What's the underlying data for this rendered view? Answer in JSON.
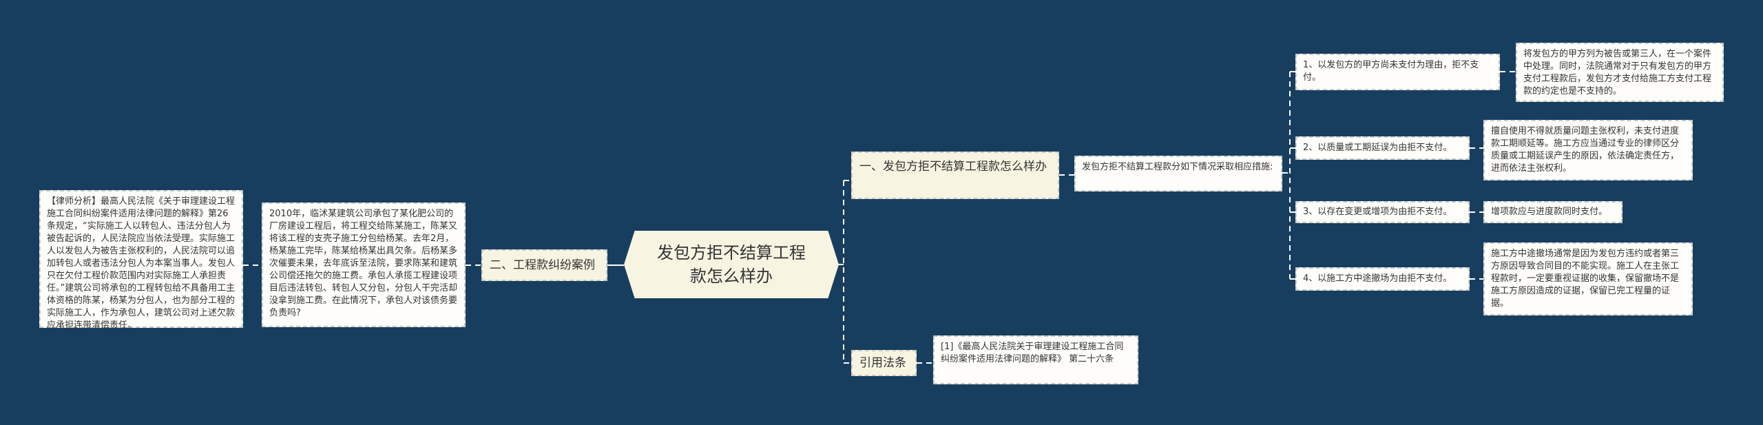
{
  "colors": {
    "background": "#173e5f",
    "node_fill": "#f8f4e2",
    "leaf_fill": "#fffefa",
    "connector": "#ffffff"
  },
  "center": {
    "label": "发包方拒不结算工程款怎么样办"
  },
  "left": {
    "branch": "二、工程款纠纷案例",
    "case": "2010年，临沭某建筑公司承包了某化肥公司的厂房建设工程后，将工程交给陈某施工，陈某又将该工程的支壳子施工分包给杨某。去年2月，杨某施工完毕，陈某给杨某出具欠条。后杨某多次催要未果，去年底诉至法院，要求陈某和建筑公司偿还拖欠的施工费。承包人承揽工程建设项目后违法转包、转包人又分包，分包人干完活却没拿到施工费。在此情况下，承包人对该债务要负责吗?",
    "analysis": "【律师分析】最高人民法院《关于审理建设工程施工合同纠纷案件适用法律问题的解释》第26条规定，“实际施工人以转包人、违法分包人为被告起诉的，人民法院应当依法受理。实际施工人以发包人为被告主张权利的，人民法院可以追加转包人或者违法分包人为本案当事人。发包人只在欠付工程价款范围内对实际施工人承担责任。”建筑公司将承包的工程转包给不具备用工主体资格的陈某，杨某为分包人，也为部分工程的实际施工人，作为承包人，建筑公司对上述欠款应承担连带清偿责任。"
  },
  "right": {
    "branch1": {
      "label": "一、发包方拒不结算工程款怎么样办",
      "intro": "发包方拒不结算工程款分如下情况采取相应措施:",
      "items": [
        {
          "label": "1、以发包方的甲方尚未支付为理由，拒不支付。",
          "detail": "将发包方的甲方列为被告或第三人，在一个案件中处理。同时，法院通常对于只有发包方的甲方支付工程款后，发包方才支付给施工方支付工程款的约定也是不支持的。"
        },
        {
          "label": "2、以质量或工期延误为由拒不支付。",
          "detail": "擅自使用不得就质量问题主张权利，未支付进度款工期顺延等。施工方应当通过专业的律师区分质量或工期延误产生的原因，依法确定责任方，进而依法主张权利。"
        },
        {
          "label": "3、以存在变更或增项为由拒不支付。",
          "detail": "增项款应与进度款同时支付。"
        },
        {
          "label": "4、以施工方中途撤场为由拒不支付。",
          "detail": "施工方中途撤场通常是因为发包方违约或者第三方原因导致合同目的不能实现。施工人在主张工程款时，一定要重视证据的收集，保留撤场不是施工方原因造成的证据，保留已完工程量的证据。"
        }
      ]
    },
    "branch2": {
      "label": "引用法条",
      "citation": "[1]《最高人民法院关于审理建设工程施工合同纠纷案件适用法律问题的解释》 第二十六条"
    }
  }
}
